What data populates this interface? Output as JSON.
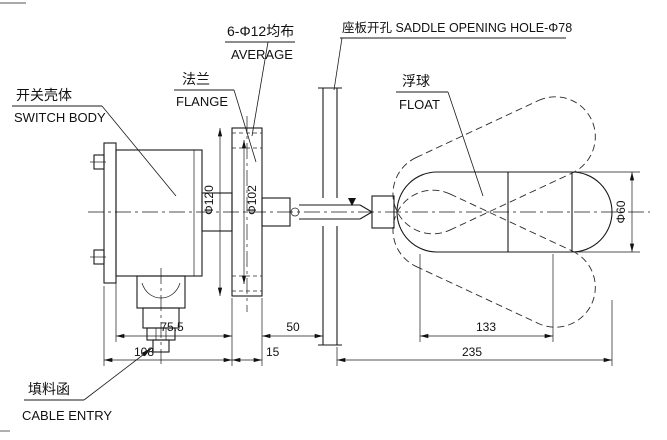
{
  "labels": {
    "switch_body": {
      "cn": "开关壳体",
      "en": "SWITCH BODY"
    },
    "flange": {
      "cn": "法兰",
      "en": "FLANGE"
    },
    "bolt_holes": {
      "cn": "6-Φ12均布",
      "en": "AVERAGE"
    },
    "saddle": {
      "text": "座板开孔 SADDLE OPENING HOLE-Φ78"
    },
    "float": {
      "cn": "浮球",
      "en": "FLOAT"
    },
    "cable_entry": {
      "cn": "填料函",
      "en": "CABLE ENTRY"
    }
  },
  "dimensions": {
    "flange_od": "Φ120",
    "bolt_circle": "Φ102",
    "float_diameter": "Φ60",
    "body_width": "75.5",
    "body_overall": "108",
    "flange_thickness": "15",
    "flange_to_plate": "50",
    "float_length": "133",
    "float_overall": "235"
  },
  "colors": {
    "line": "#1a1a1a",
    "background": "#ffffff"
  }
}
